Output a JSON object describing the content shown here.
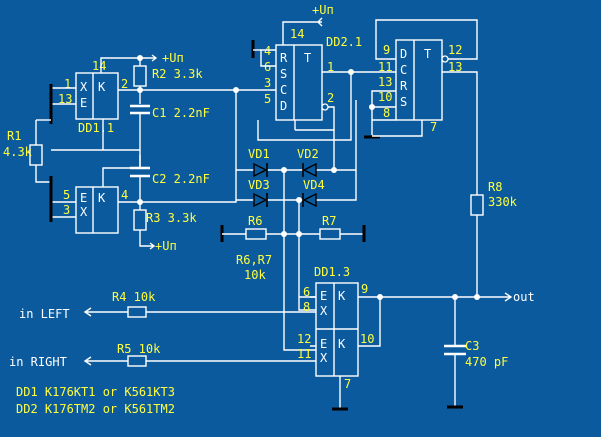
{
  "supply": {
    "vcc_top": "+Uп",
    "vcc_dd11": "+Uп",
    "vcc_r3": "+Uп"
  },
  "chips": {
    "dd21": {
      "name": "DD2.1",
      "t": "T",
      "r": "R",
      "s": "S",
      "c": "C",
      "d": "D",
      "p14": "14",
      "p4": "4",
      "p6": "6",
      "p3": "3",
      "p5": "5",
      "p1": "1",
      "p2": "2"
    },
    "dd22": {
      "t": "T",
      "d": "D",
      "c": "C",
      "r": "R",
      "s": "S",
      "p9": "9",
      "p11": "11",
      "p13in": "13",
      "p10": "10",
      "p8": "8",
      "p12": "12",
      "p13out": "13",
      "p7": "7"
    },
    "dd11": {
      "name": "DD1.1",
      "x": "X",
      "e": "E",
      "k": "K",
      "p14": "14",
      "p1": "1",
      "p13": "13",
      "p2": "2"
    },
    "dd12": {
      "e": "E",
      "x": "X",
      "k": "K",
      "p5": "5",
      "p3": "3",
      "p4": "4"
    },
    "dd13": {
      "name": "DD1.3",
      "e": "E",
      "x": "X",
      "k": "K",
      "p6": "6",
      "p8": "8",
      "p9": "9",
      "p12": "12",
      "p11": "11",
      "p10": "10",
      "p7": "7"
    }
  },
  "parts": {
    "r1_name": "R1",
    "r1_val": "4.3k",
    "r2": "R2 3.3k",
    "r3": "R3 3.3k",
    "c1": "C1 2.2nF",
    "c2": "C2 2.2nF",
    "r4": "R4 10k",
    "r5": "R5 10k",
    "r6": "R6",
    "r7": "R7",
    "r67_name": "R6,R7",
    "r67_val": "10k",
    "r8_name": "R8",
    "r8_val": "330k",
    "c3_name": "C3",
    "c3_val": "470 pF",
    "vd1": "VD1",
    "vd2": "VD2",
    "vd3": "VD3",
    "vd4": "VD4"
  },
  "io": {
    "in_left": "in LEFT",
    "in_right": "in RIGHT",
    "out": "out"
  },
  "notes": {
    "dd1": "DD1 K176KT1 or K561KT3",
    "dd2": "DD2 K176TM2 or K561TM2"
  },
  "colors": {
    "background": "#0b5a9e",
    "labels": "#ffff40",
    "wires": "#ffffff",
    "ground": "#000000"
  }
}
